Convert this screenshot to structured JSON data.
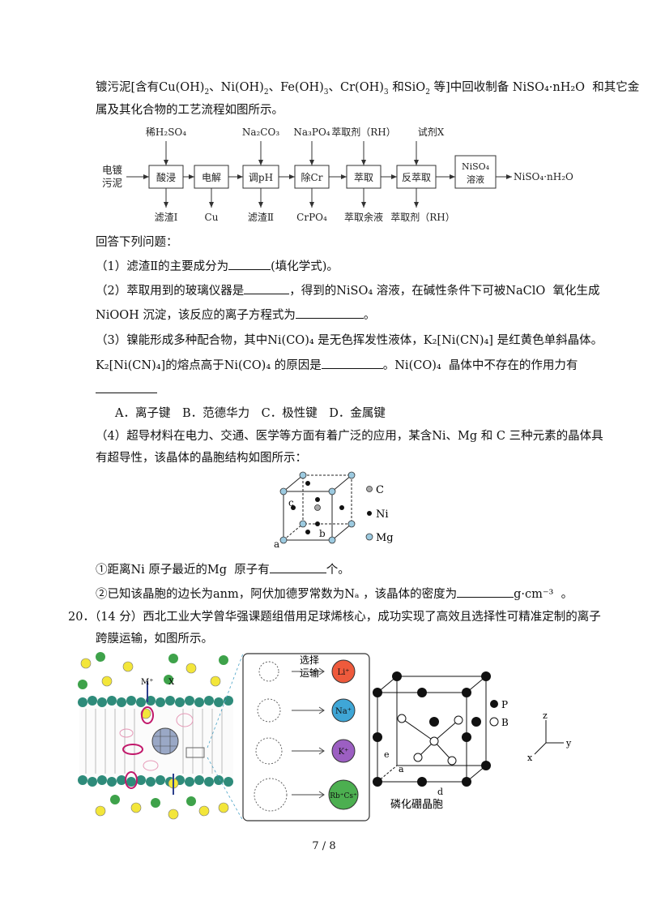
{
  "lines": {
    "l1": {
      "pre": "镀污泥[含有Cu(OH)",
      "s1": "2",
      "m1": "、Ni(OH)",
      "s2": "2",
      "m2": "、Fe(OH)",
      "s3": "3",
      "m3": "、Cr(OH)",
      "s4": "3",
      "m4": " 和SiO",
      "s5": "2",
      "post": " 等]中回收制备 NiSO₄·nH₂O  和其它金"
    },
    "l2": "属及其化合物的工艺流程如图所示。",
    "l3": "回答下列问题：",
    "q1": {
      "pre": "（1）滤渣Ⅱ的主要成分为",
      "post": "(填化学式)。"
    },
    "q2a": {
      "pre": "（2）萃取用到的玻璃仪器是",
      "mid": "，得到的NiSO₄ 溶液，在碱性条件下可被NaClO  氧化生成"
    },
    "q2b": {
      "pre": "NiOOH 沉淀，该反应的离子方程式为",
      "post": "。"
    },
    "q3a": "（3）镍能形成多种配合物，其中Ni(CO)₄ 是无色挥发性液体，K₂[Ni(CN)₄] 是红黄色单斜晶体。",
    "q3b": {
      "pre": "K₂[Ni(CN)₄]的熔点高于Ni(CO)₄ 的原因是",
      "post": "。Ni(CO)₄  晶体中不存在的作用力有"
    },
    "q3d": "A．离子键　B．范德华力　C．极性键　D．金属键",
    "q4a": "（4）超导材料在电力、交通、医学等方面有着广泛的应用，某含Ni、Mg 和 C 三种元素的晶体具",
    "q4b": "有超导性，该晶体的晶胞结构如图所示：",
    "q4c1": {
      "pre": "①距离Ni 原子最近的Mg  原子有",
      "post": "个。"
    },
    "q4c2": {
      "pre": "②已知该晶胞的边长为anm，阿伏加德罗常数为Nₐ ，该晶体的密度为",
      "unit": "g·cm⁻³",
      "post": "。"
    },
    "q20a": "20．（14 分）西北工业大学曾华强课题组借用足球烯核心，成功实现了高效且选择性可精准定制的离子",
    "q20b": "跨膜运输，如图所示。"
  },
  "flow": {
    "start": "电镀污泥",
    "steps": [
      "酸浸",
      "电解",
      "调pH",
      "除Cr",
      "萃取",
      "反萃取",
      "NiSO₄溶液"
    ],
    "inputs": [
      "稀H₂SO₄",
      "Na₂CO₃",
      "Na₃PO₄",
      "萃取剂（RH）",
      "试剂X"
    ],
    "outputs": [
      "滤渣Ⅰ",
      "Cu",
      "滤渣Ⅱ",
      "CrPO₄",
      "萃取余液",
      "萃取剂（RH）"
    ],
    "product": "NiSO₄·nH₂O"
  },
  "cell": {
    "legend": [
      "C",
      "Ni",
      "Mg"
    ],
    "labels": [
      "a",
      "b",
      "c"
    ]
  },
  "transport": {
    "header": "选择运输",
    "ions": [
      "Li⁺",
      "Na⁺",
      "K⁺",
      "Rb⁺Cs⁺"
    ],
    "membrane_labels": [
      "M⁺",
      "X"
    ]
  },
  "lattice": {
    "caption": "磷化硼晶胞",
    "legend": [
      "P",
      "B"
    ],
    "labels": [
      "a",
      "d",
      "e"
    ],
    "axes": [
      "z",
      "y",
      "x"
    ]
  },
  "page": "7 / 8"
}
